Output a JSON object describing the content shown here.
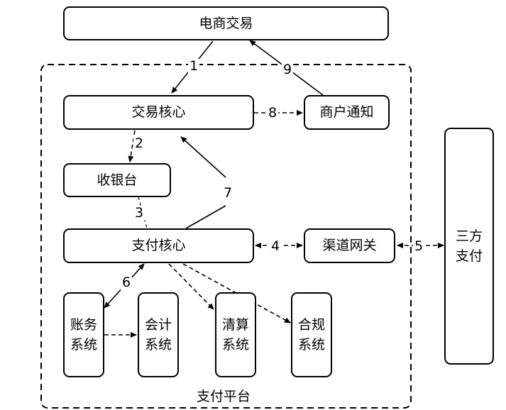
{
  "nodes": {
    "ecommerce": "电商交易",
    "trade_core": "交易核心",
    "merchant_notify": "商户通知",
    "cashier": "收银台",
    "pay_core": "支付核心",
    "channel_gateway": "渠道网关",
    "third_party": "三方\n支付",
    "account": "账务\n系统",
    "accounting": "会计\n系统",
    "clearing": "清算\n系统",
    "compliance": "合规\n系统"
  },
  "platform_label": "支付平台",
  "edge_labels": {
    "e1": "1",
    "e2": "2",
    "e3": "3",
    "e4": "4",
    "e5": "5",
    "e6": "6",
    "e7": "7",
    "e8": "8",
    "e9": "9"
  }
}
